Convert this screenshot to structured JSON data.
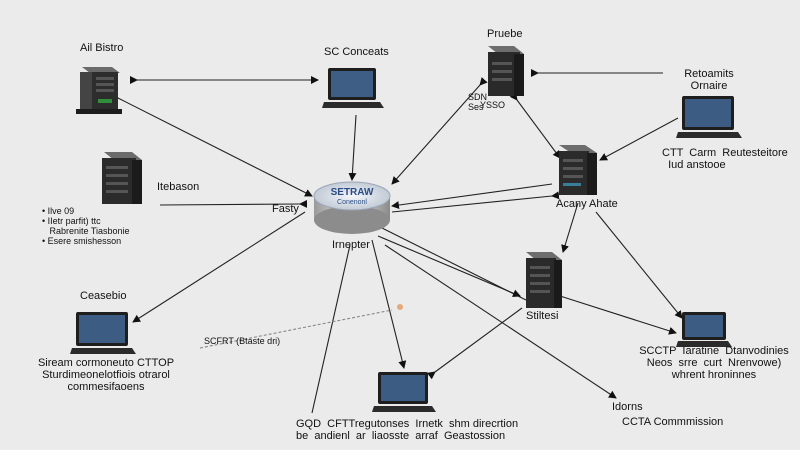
{
  "diagram": {
    "labels": {
      "ai_bistro": "Ail Bistro",
      "sc_concepts": "SC Conceats",
      "pruebe": "Pruebe",
      "retroamis": "Retoamits\nOrnaire",
      "sdn_label": "SDN\nSee\nYSSO",
      "left_server_note": "• Ilve 09\n• IIetr parfit) ttc\nRabrenite Tiasbonie\n• Esere smishesson",
      "itebason": "Itebason",
      "fasty": "Fasty",
      "hub_title": "SETRAW",
      "hub_subtitle": "Conenonl",
      "hub_caption": "Irnepter",
      "cttcam": "CTT  Carm  Reutesteitore\nIud anstooe",
      "acany": "Acany  Ahate",
      "ceasebio": "Ceasebio",
      "left_laptop_caption": "Siream cormoneuto CTTOP\nSturdimeonelotfiois otrarol\ncommesifaoens",
      "dashed_label": "SCFRT (Btaste dri)",
      "stiltesi": "Stiltesi",
      "sctp": "SCCTP  Iaratine  Dtanvodinies\nNeos  srre  curt  Nrenvowe)\nwhrent hroninnes",
      "idorns": "Idorns",
      "bottom_caption": "GQD  CFTTregutonses  Irnetk  shm direcrtion\nbe  andienl  ar  liaosste  arraf  Geastossion",
      "ccta": "CCTA  Commmission"
    }
  }
}
